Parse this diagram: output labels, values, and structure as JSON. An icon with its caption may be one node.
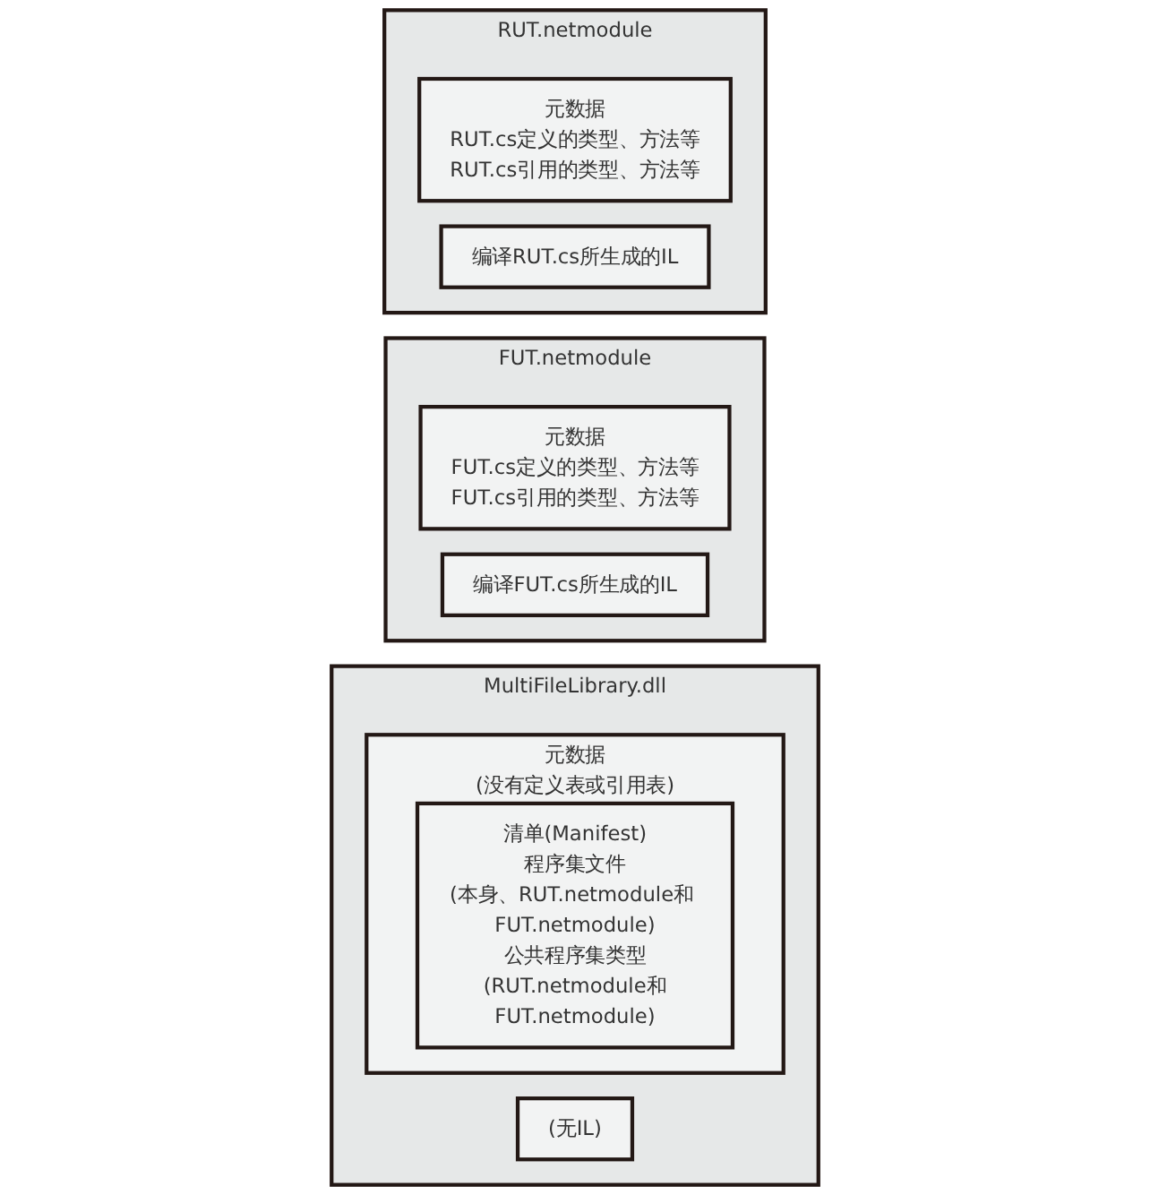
{
  "diagram": {
    "nodes": [
      {
        "text": [
          "RUT.netmodule"
        ]
      },
      {
        "text": [
          "编译RUT.cs所生成的IL"
        ],
        "in": 0
      },
      {
        "text": [
          "元数据",
          "RUT.cs定义的类型、方法等",
          "RUT.cs引用的类型、方法等"
        ],
        "in": 0
      },
      {
        "text": [
          "FUT.netmodule"
        ]
      },
      {
        "text": [
          "编译FUT.cs所生成的IL"
        ],
        "in": 3
      },
      {
        "text": [
          "元数据",
          "FUT.cs定义的类型、方法等",
          "FUT.cs引用的类型、方法等"
        ],
        "in": 3
      },
      {
        "text": [
          "MultiFileLibrary.dll"
        ]
      },
      {
        "text": [
          "(无IL)"
        ],
        "in": 6
      },
      {
        "text": [
          "元数据",
          "(没有定义表或引用表)"
        ],
        "in": 6
      },
      {
        "text": [
          "清单(Manifest)",
          "程序集文件",
          "(本身、RUT.netmodule和 FUT.netmodule)",
          "公共程序集类型",
          "(RUT.netmodule和FUT.netmodule)"
        ],
        "in": 8
      }
    ],
    "edges": []
  }
}
